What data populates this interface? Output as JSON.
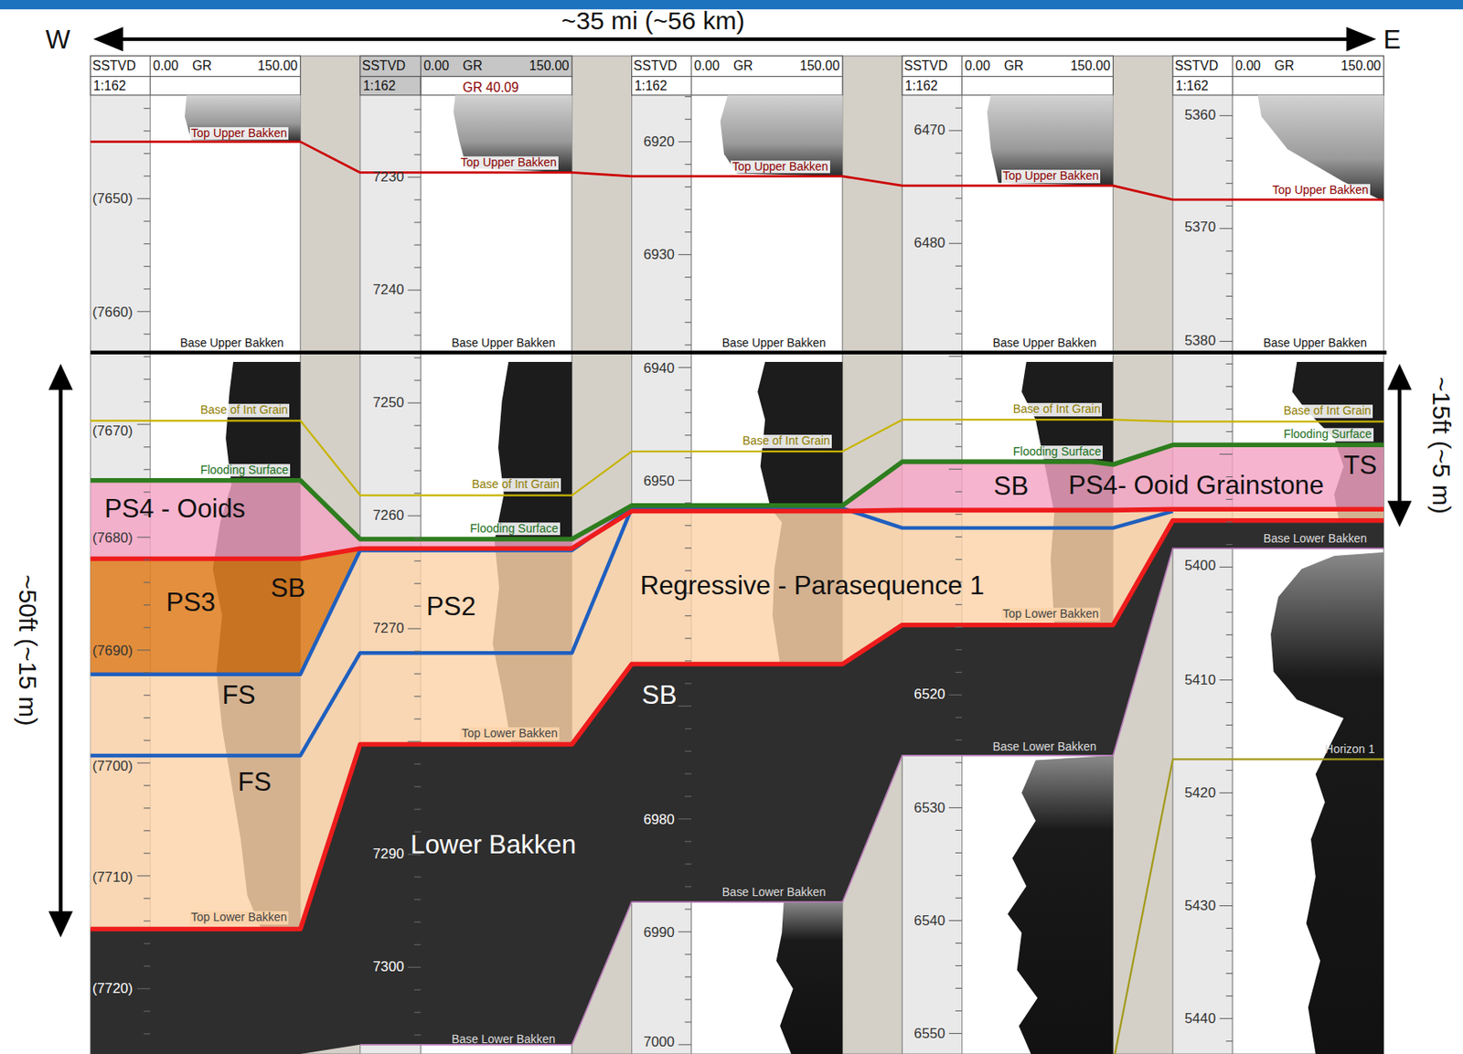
{
  "diagram": {
    "labels": [
      "W",
      "~35 mi (~56 km)",
      "E",
      "SSTVD",
      "0.00",
      "GR",
      "150.00",
      "1:162",
      "SSTVD",
      "0.00",
      "GR",
      "150.00",
      "1:162",
      "SSTVD",
      "0.00",
      "GR",
      "150.00",
      "1:162",
      "SSTVD",
      "0.00",
      "GR",
      "150.00",
      "1:162",
      "SSTVD",
      "0.00",
      "GR",
      "150.00",
      "1:162",
      "GR 40.09",
      "(7650)",
      "(7660)",
      "(7670)",
      "(7680)",
      "(7690)",
      "(7700)",
      "(7710)",
      "(7720)",
      "7230",
      "7240",
      "7250",
      "7260",
      "7270",
      "7290",
      "7300",
      "6920",
      "6930",
      "6940",
      "6950",
      "6980",
      "6990",
      "7000",
      "6470",
      "6480",
      "6520",
      "6530",
      "6540",
      "6550",
      "5360",
      "5370",
      "5380",
      "5400",
      "5410",
      "5420",
      "5430",
      "5440",
      "Top Upper Bakken",
      "Top Upper Bakken",
      "Top Upper Bakken",
      "Top Upper Bakken",
      "Top Upper Bakken",
      "Base Upper Bakken",
      "Base Upper Bakken",
      "Base Upper Bakken",
      "Base Upper Bakken",
      "Base Upper Bakken",
      "Base of Int Grain",
      "Base of Int Grain",
      "Base of Int Grain",
      "Base of Int Grain",
      "Base of Int Grain",
      "Flooding Surface",
      "Flooding Surface",
      "Flooding Surface",
      "Flooding Surface",
      "Top Lower Bakken",
      "Top Lower Bakken",
      "Top Lower Bakken",
      "Base Lower Bakken",
      "Base Lower Bakken",
      "Base Lower Bakken",
      "Base Lower Bakken",
      "Horizon 1",
      "PS4 - Ooids",
      "PS3",
      "SB",
      "FS",
      "FS",
      "PS2",
      "Regressive - Parasequence 1",
      "SB",
      "Lower Bakken",
      "SB",
      "PS4- Ooid Grainstone",
      "TS",
      "~50ft (~15 m)",
      "~15ft (~5 m)"
    ]
  }
}
